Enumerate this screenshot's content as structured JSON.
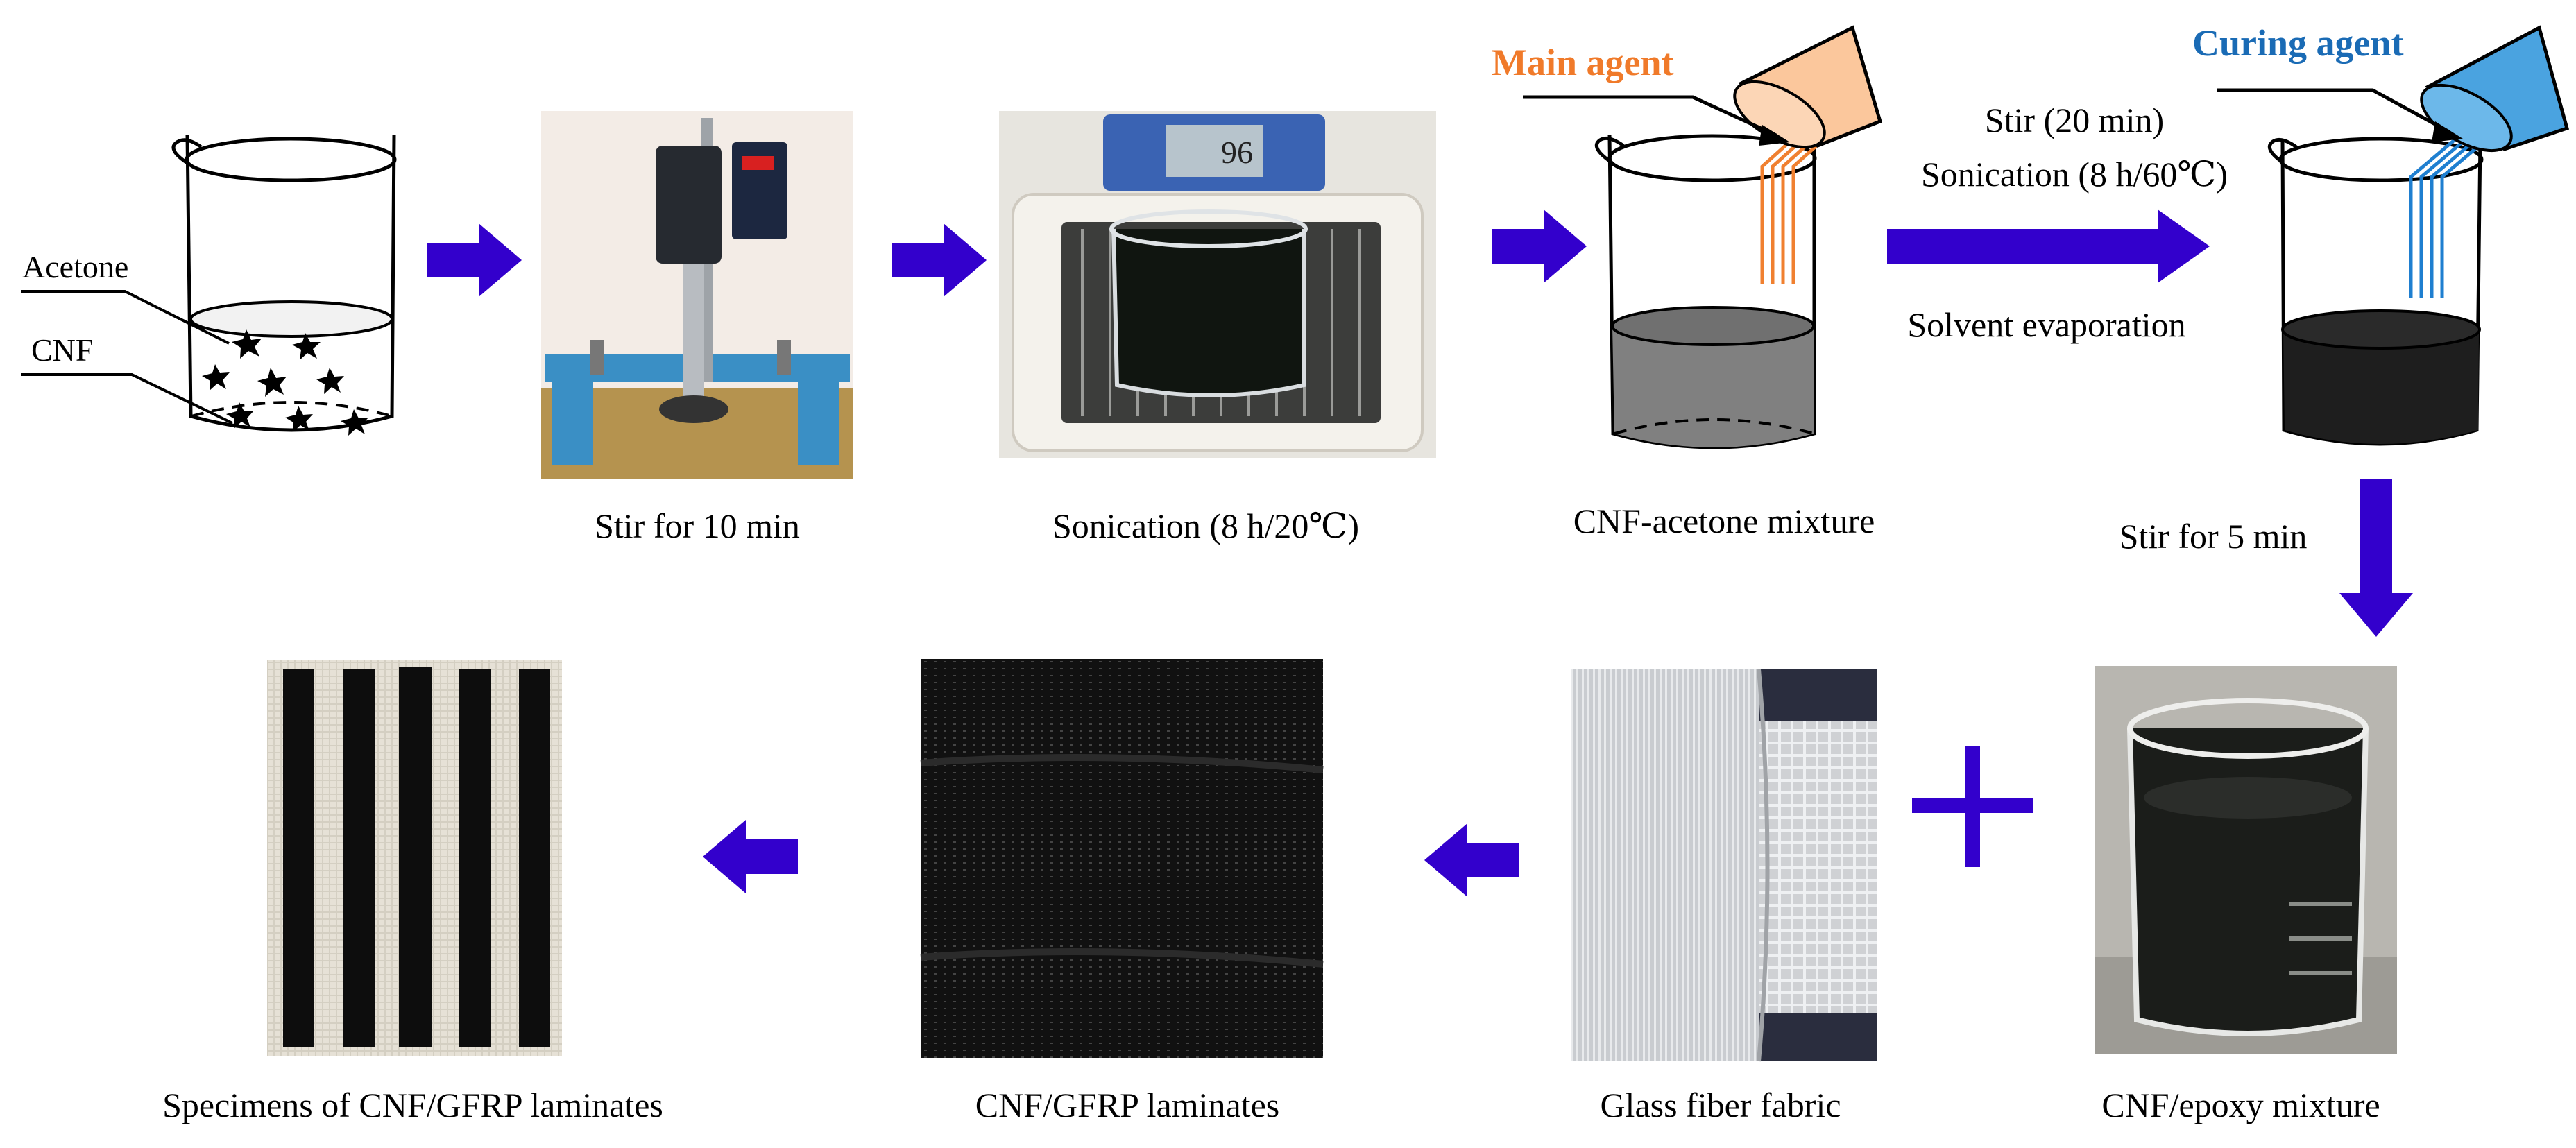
{
  "colors": {
    "arrow": "#3300cc",
    "main_agent_label": "#f07a2a",
    "main_agent_fill": "#fbc79c",
    "curing_agent_label": "#1a6bb5",
    "curing_agent_fill": "#4aa3e0",
    "pour_orange": "#f08030",
    "pour_blue": "#1f7fd0",
    "mixture_gray": "#808080",
    "mixture_dark": "#1e1e1e"
  },
  "beaker1": {
    "acetone_label": "Acetone",
    "cnf_label": "CNF"
  },
  "steps": {
    "stir_10": "Stir for 10 min",
    "sonication_20": "Sonication (8 h/20℃)",
    "cnf_acetone": "CNF-acetone mixture",
    "stir_5": "Stir for 5 min",
    "cnf_epoxy": "CNF/epoxy mixture",
    "glass_fiber": "Glass fiber fabric",
    "laminates": "CNF/GFRP laminates",
    "specimens": "Specimens of CNF/GFRP laminates"
  },
  "process": {
    "stir_20": "Stir (20 min)",
    "sonication_60": "Sonication (8 h/60℃)",
    "evaporation": "Solvent evaporation"
  },
  "agents": {
    "main": "Main agent",
    "curing": "Curing agent"
  },
  "sonicator_display": "96"
}
